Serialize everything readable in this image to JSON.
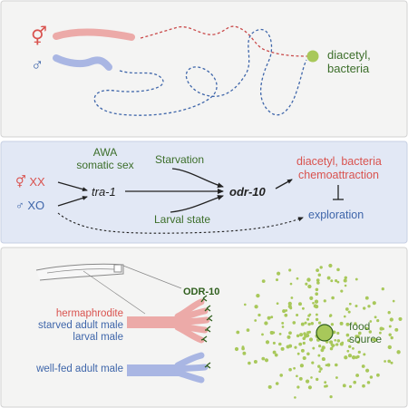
{
  "colors": {
    "panel_top": "#f4f4f3",
    "panel_middle": "#e2e8f5",
    "panel_bottom": "#f4f4f3",
    "panel_border": "#c9c9c9",
    "hermaphrodite": "#d9534f",
    "male": "#3f66aa",
    "herm_worm": "#ecaaa8",
    "male_worm": "#a9b6e3",
    "green_text": "#3c6e2a",
    "food_green": "#a8c85a",
    "receptor_green": "#2e5e1c",
    "dark": "#222222"
  },
  "top_panel": {
    "herm_symbol": "⚥",
    "male_symbol": "♂",
    "stimulus_line1": "diacetyl,",
    "stimulus_line2": "bacteria"
  },
  "middle_panel": {
    "herm_genotype": "⚥ XX",
    "male_genotype": "♂ XO",
    "awa_line1": "AWA",
    "awa_line2": "somatic sex",
    "tra1": "tra-1",
    "starvation": "Starvation",
    "larval_state": "Larval state",
    "odr10_gene": "odr-10",
    "outcome_line1": "diacetyl, bacteria",
    "outcome_line2": "chemoattraction",
    "outcome_exploration": "exploration"
  },
  "bottom_panel": {
    "receptor_label": "ODR-10",
    "herm_label": "hermaphrodite",
    "starved_label": "starved adult male",
    "larval_label": "larval male",
    "wellfed_label": "well-fed adult male",
    "food_line1": "food",
    "food_line2": "source"
  }
}
